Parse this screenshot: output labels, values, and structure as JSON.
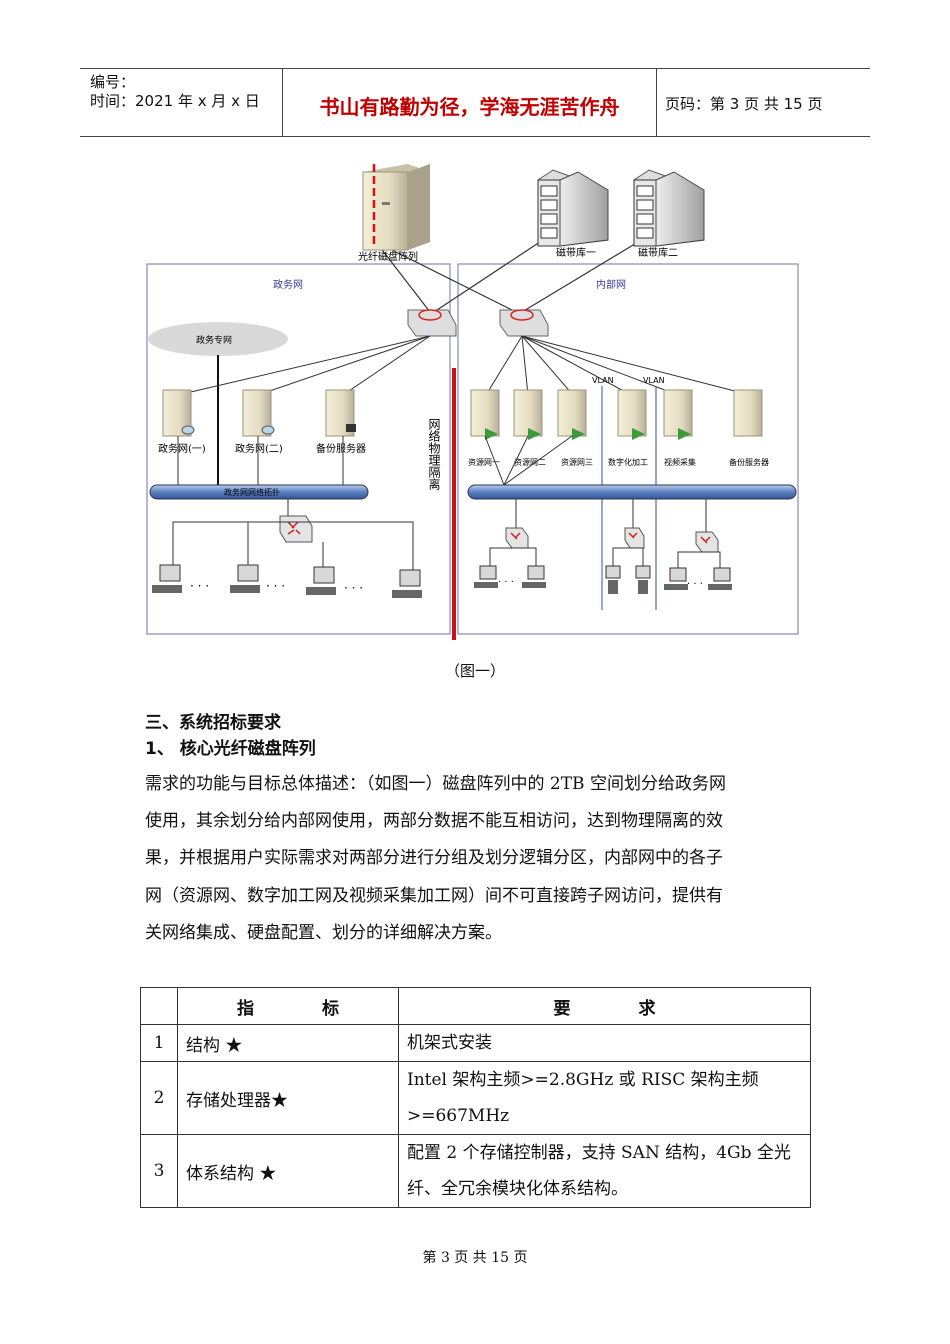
{
  "header": {
    "doc_no_label": "编号：",
    "date_label": "时间：2021 年 x 月 x 日",
    "motto": "书山有路勤为径，学海无涯苦作舟",
    "page_label": "页码：第 3 页  共 15 页"
  },
  "figure": {
    "disk_array_label": "光纤磁盘阵列",
    "tape1_label": "磁带库一",
    "tape2_label": "磁带库二",
    "left_zone_label": "政务网",
    "right_zone_label": "内部网",
    "private_net_label": "政务专网",
    "isolation_label": "网络物理隔离",
    "vlan1_label": "VLAN",
    "vlan2_label": "VLAN",
    "left_servers": [
      "政务网(一)",
      "政务网(二)",
      "备份服务器"
    ],
    "left_bus_label": "政务网网络拓扑",
    "right_servers": [
      "资源网一",
      "资源网二",
      "资源网三",
      "数字化加工",
      "视频采集",
      "备份服务器"
    ],
    "dots": "· · ·",
    "caption": "（图一）"
  },
  "section": {
    "heading": "三、系统招标要求",
    "subheading": "1、 核心光纤磁盘阵列",
    "paragraph_lines": [
      "需求的功能与目标总体描述：（如图一）磁盘阵列中的 2TB 空间划分给政务网",
      "使用，其余划分给内部网使用，两部分数据不能互相访问，达到物理隔离的效",
      "果，并根据用户实际需求对两部分进行分组及划分逻辑分区，内部网中的各子",
      "网（资源网、数字加工网及视频采集加工网）间不可直接跨子网访问，提供有",
      "关网络集成、硬盘配置、划分的详细解决方案。"
    ]
  },
  "table": {
    "header_index": "指　　　　标",
    "header_req": "要　　　　求",
    "rows": [
      {
        "no": "1",
        "index": "结构 ★",
        "req_lines": [
          "机架式安装"
        ]
      },
      {
        "no": "2",
        "index": "存储处理器★",
        "req_lines": [
          "Intel 架构主频>=2.8GHz  或 RISC 架构主频",
          ">=667MHz"
        ]
      },
      {
        "no": "3",
        "index": "体系结构 ★",
        "req_lines": [
          "配置 2 个存储控制器，支持 SAN 结构，4Gb 全光",
          "纤、全冗余模块化体系结构。"
        ]
      }
    ]
  },
  "footer": "第 3 页 共 15 页",
  "colors": {
    "motto": "#c00000",
    "isolation_bar": "#cc1111",
    "bus": "#6b8fc9",
    "zone_border": "#8a8ab8"
  }
}
